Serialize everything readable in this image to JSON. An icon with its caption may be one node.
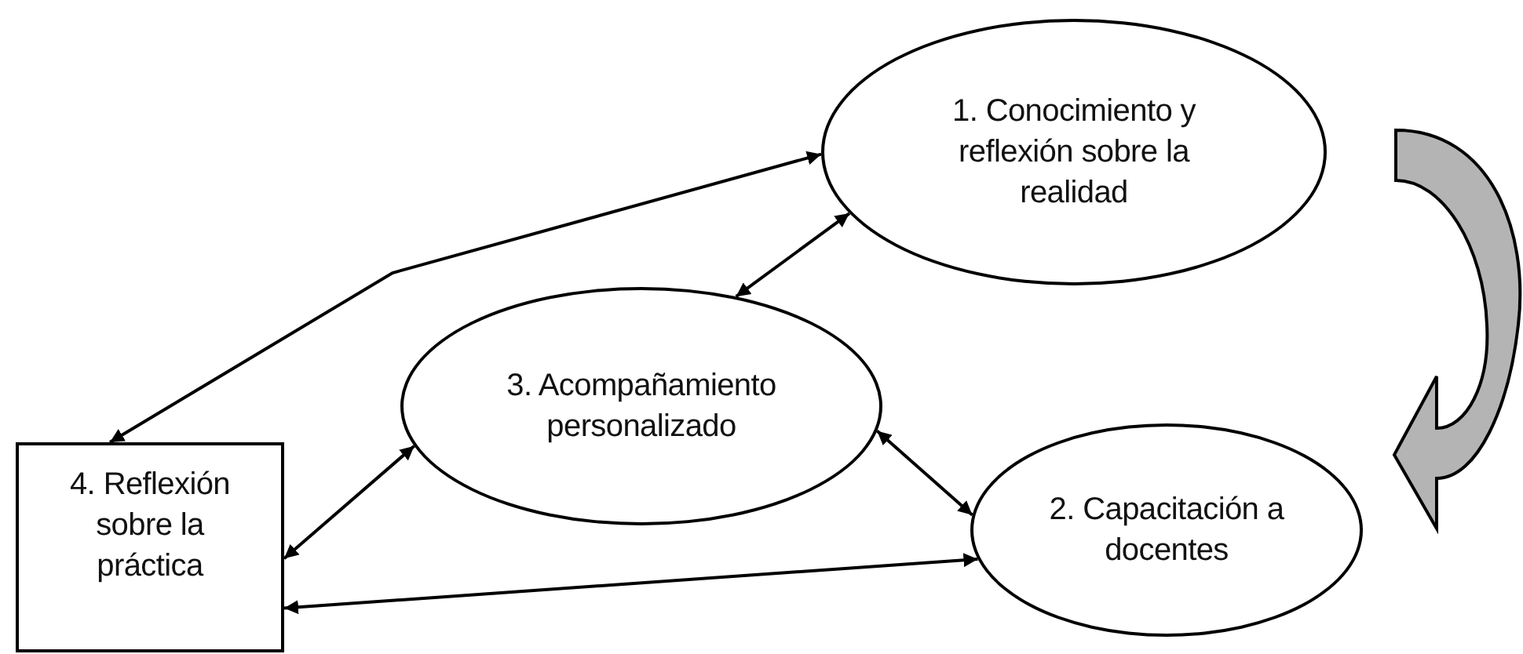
{
  "diagram": {
    "nodes": [
      {
        "text": [
          "1. Conocimiento y reflexión sobre la realidad"
        ]
      },
      {
        "text": [
          "2. Capacitación a docentes"
        ]
      },
      {
        "text": [
          "3. Acompañamiento personalizado"
        ]
      },
      {
        "text": [
          "4. Reflexión sobre la práctica"
        ]
      }
    ],
    "edges": [
      {
        "from": 0,
        "to": 1,
        "arrow": "to",
        "style": "thick"
      },
      {
        "from": 3,
        "to": 0,
        "arrow": "both"
      },
      {
        "from": 2,
        "to": 0,
        "arrow": "both"
      },
      {
        "from": 2,
        "to": 1,
        "arrow": "both"
      },
      {
        "from": 3,
        "to": 2,
        "arrow": "both"
      },
      {
        "from": 3,
        "to": 1,
        "arrow": "both"
      }
    ]
  }
}
